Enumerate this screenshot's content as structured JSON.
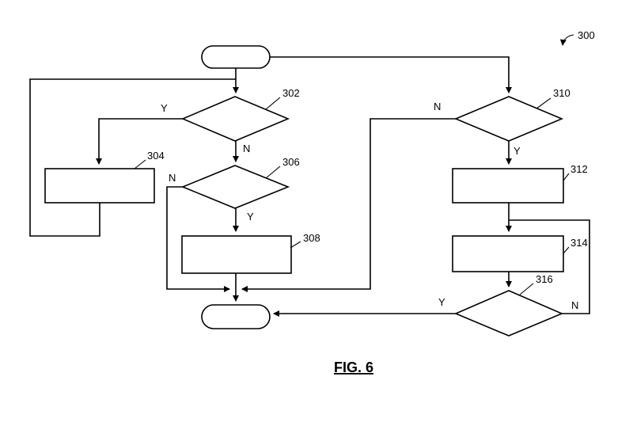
{
  "figure": {
    "caption": "FIG. 6",
    "diagram_number": "300"
  },
  "refs": {
    "r300": "300",
    "r302": "302",
    "r304": "304",
    "r306": "306",
    "r308": "308",
    "r310": "310",
    "r312": "312",
    "r314": "314",
    "r316": "316"
  },
  "branches": {
    "d302_y": "Y",
    "d302_n": "N",
    "d306_n": "N",
    "d306_y": "Y",
    "d310_n": "N",
    "d310_y": "Y",
    "d316_y": "Y",
    "d316_n": "N"
  },
  "structure": {
    "type": "flowchart",
    "nodes": [
      {
        "id": "start",
        "shape": "terminal"
      },
      {
        "id": "302",
        "shape": "decision"
      },
      {
        "id": "304",
        "shape": "process"
      },
      {
        "id": "306",
        "shape": "decision"
      },
      {
        "id": "308",
        "shape": "process"
      },
      {
        "id": "310",
        "shape": "decision"
      },
      {
        "id": "312",
        "shape": "process"
      },
      {
        "id": "314",
        "shape": "process"
      },
      {
        "id": "316",
        "shape": "decision"
      },
      {
        "id": "end",
        "shape": "terminal"
      }
    ],
    "edges": [
      "start -> 302",
      "start -> 310",
      "302 -Y-> 304",
      "304 -> 302 (loop back)",
      "302 -N-> 306",
      "306 -Y-> 308",
      "306 -N-> end",
      "308 -> end",
      "310 -N-> end",
      "310 -Y-> 312",
      "312 -> 314",
      "314 -> 316",
      "316 -Y-> end",
      "316 -N-> 314 (loop back)"
    ]
  }
}
